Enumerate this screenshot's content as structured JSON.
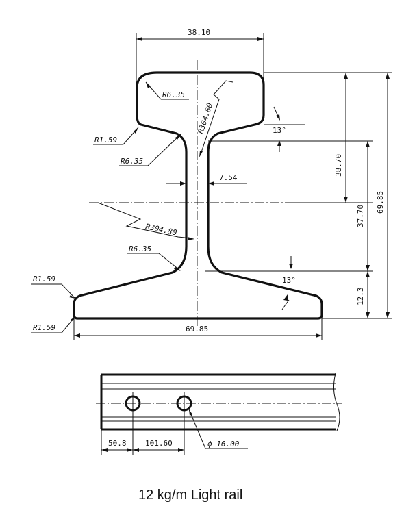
{
  "title": "12 kg/m Light rail",
  "dimensions": {
    "head_width": "38.10",
    "web_thickness": "7.54",
    "head_to_web": "38.70",
    "web_height": "37.70",
    "total_height": "69.85",
    "base_height": "12.3",
    "base_width": "69.85",
    "hole_offset_1": "50.8",
    "hole_spacing": "101.60",
    "hole_diameter": "ϕ 16.00"
  },
  "radii": {
    "head_corner": "R6.35",
    "head_underside": "R1.59",
    "upper_fillet": "R6.35",
    "upper_web": "R304.80",
    "lower_web": "R304.80",
    "lower_fillet": "R6.35",
    "base_top_edge": "R1.59",
    "base_bottom_edge": "R1.59"
  },
  "angles": {
    "head_slope": "13°",
    "base_slope": "13°"
  }
}
